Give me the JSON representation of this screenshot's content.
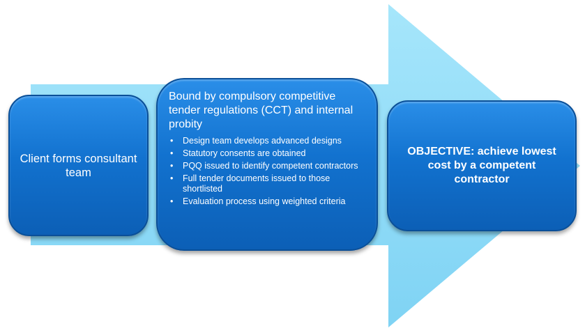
{
  "colors": {
    "arrow_fill": "#8fdcf8",
    "box_fill": "#1272cf",
    "box_border": "#0a4f98",
    "text": "#ffffff"
  },
  "steps": {
    "client": {
      "label": "Client forms consultant team"
    },
    "cct": {
      "heading": "Bound by compulsory competitive tender regulations (CCT) and internal probity",
      "bullets": [
        "Design team develops advanced designs",
        "Statutory consents are obtained",
        "PQQ issued to identify competent contractors",
        "Full tender documents issued to those shortlisted",
        "Evaluation process using weighted criteria"
      ]
    },
    "objective": {
      "label": "OBJECTIVE: achieve lowest cost by a competent contractor"
    }
  }
}
